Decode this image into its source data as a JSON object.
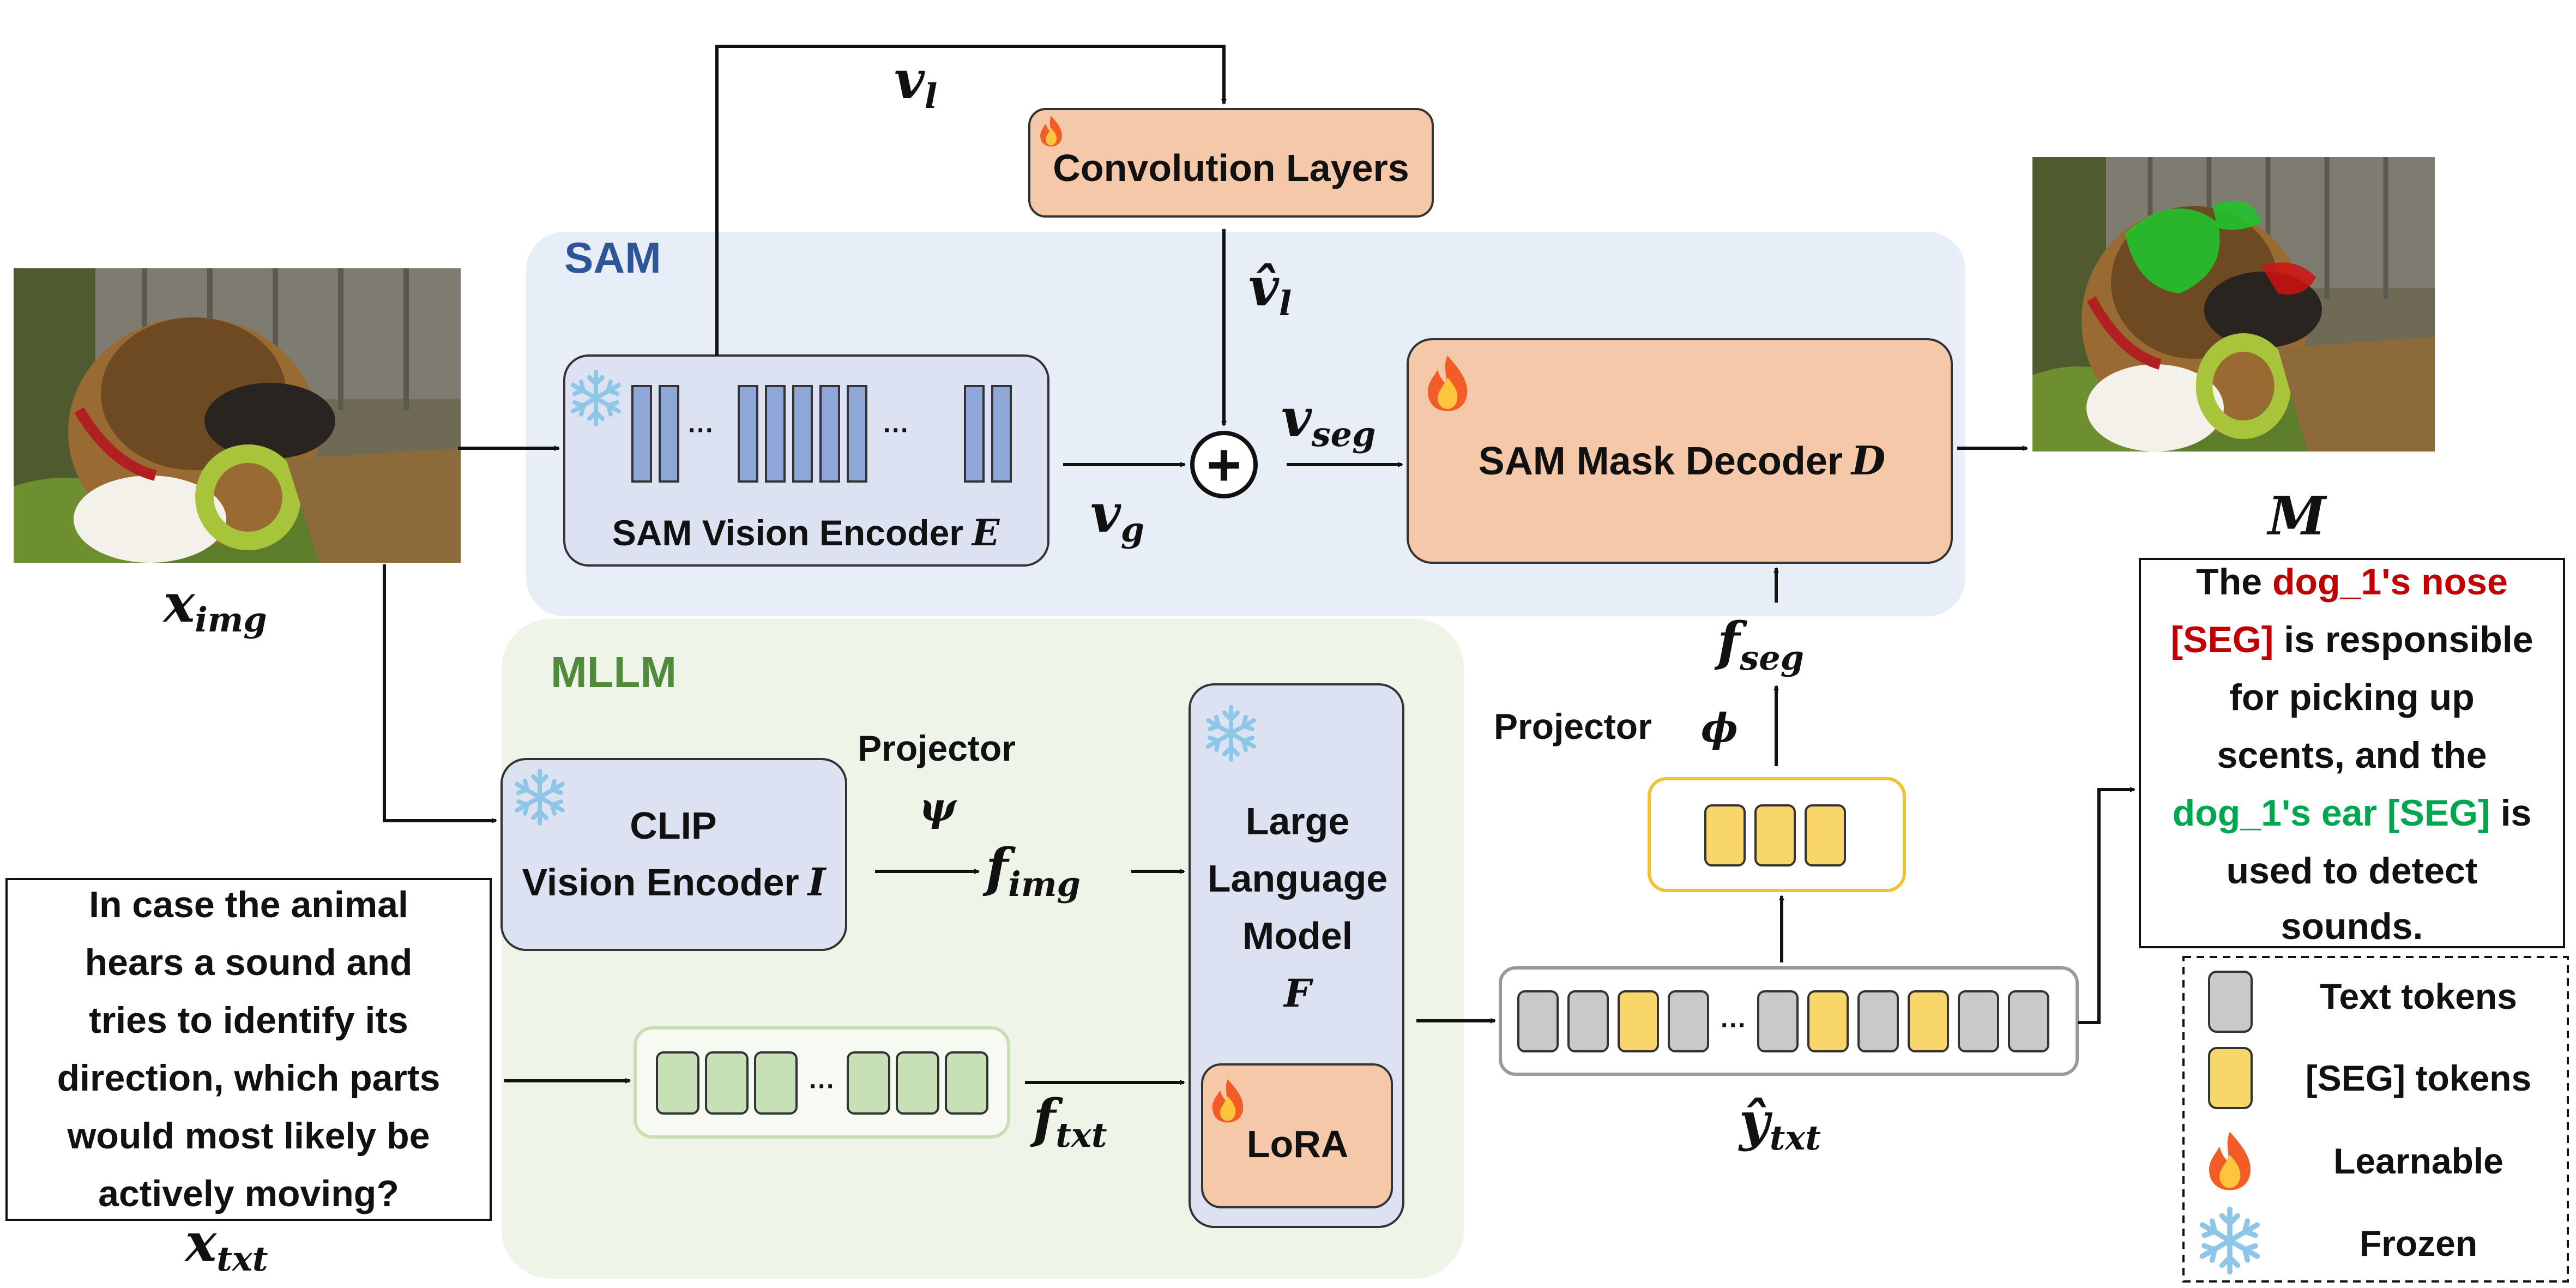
{
  "colors": {
    "sam_panel": "#E8EEF7",
    "mllm_panel": "#EEF4E8",
    "encoder_fill": "#DCE2F2",
    "salmon": "#F6C8AA",
    "token_blue": "#8EA6D8",
    "token_green": "#C7E0B6",
    "token_gray": "#C9C9C9",
    "token_yellow": "#F9D66A",
    "title_sam": "#2E5597",
    "title_mllm": "#4E8B3A",
    "text_red": "#C00000",
    "text_green": "#00A550"
  },
  "sam": {
    "title": "SAM",
    "vision_encoder": {
      "label": "SAM Vision Encoder",
      "symbol": "E"
    },
    "conv_layers": {
      "label": "Convolution Layers"
    },
    "mask_decoder": {
      "label": "SAM Mask Decoder",
      "symbol": "D"
    }
  },
  "mllm": {
    "title": "MLLM",
    "clip": {
      "line1": "CLIP",
      "line2": "Vision Encoder",
      "symbol": "I"
    },
    "llm": {
      "line1": "Large",
      "line2": "Language",
      "line3": "Model",
      "symbol": "F"
    },
    "lora": {
      "label": "LoRA"
    }
  },
  "projectors": {
    "psi": {
      "label": "Projector",
      "symbol": "ψ"
    },
    "phi": {
      "label": "Projector",
      "symbol": "ϕ"
    }
  },
  "math": {
    "v_l": {
      "base": "v",
      "sub": "l"
    },
    "v_l_hat": {
      "base": "v̂",
      "sub": "l"
    },
    "v_g": {
      "base": "v",
      "sub": "g"
    },
    "v_seg": {
      "base": "v",
      "sub": "seg"
    },
    "f_img": {
      "base": "f",
      "sub": "img"
    },
    "f_txt": {
      "base": "f",
      "sub": "txt"
    },
    "f_seg": {
      "base": "f",
      "sub": "seg"
    },
    "x_img": {
      "base": "x",
      "sub": "img"
    },
    "x_txt": {
      "base": "x",
      "sub": "txt"
    },
    "y_txt": {
      "base": "ŷ",
      "sub": "txt"
    },
    "M": {
      "base": "M"
    }
  },
  "plus": "+",
  "ellipsis": "···",
  "question": {
    "line1": "In case the animal",
    "line2": "hears a sound and",
    "line3": "tries to identify its",
    "line4": "direction, which parts",
    "line5": "would most likely be",
    "line6": "actively moving?"
  },
  "answer": {
    "l1a": "The ",
    "l1b": "dog_1's nose",
    "l2a": "[SEG]",
    "l2b": " is responsible",
    "l3": "for picking up",
    "l4": "scents, and the",
    "l5a": "dog_1's ear [SEG]",
    "l5b": " is",
    "l6": "used to detect",
    "l7": "sounds."
  },
  "legend": {
    "text_tokens": "Text tokens",
    "seg_tokens": "[SEG] tokens",
    "learnable": "Learnable",
    "frozen": "Frozen"
  },
  "icons": [
    "fire-icon",
    "snowflake-icon",
    "oplus-icon",
    "dog-photo"
  ]
}
